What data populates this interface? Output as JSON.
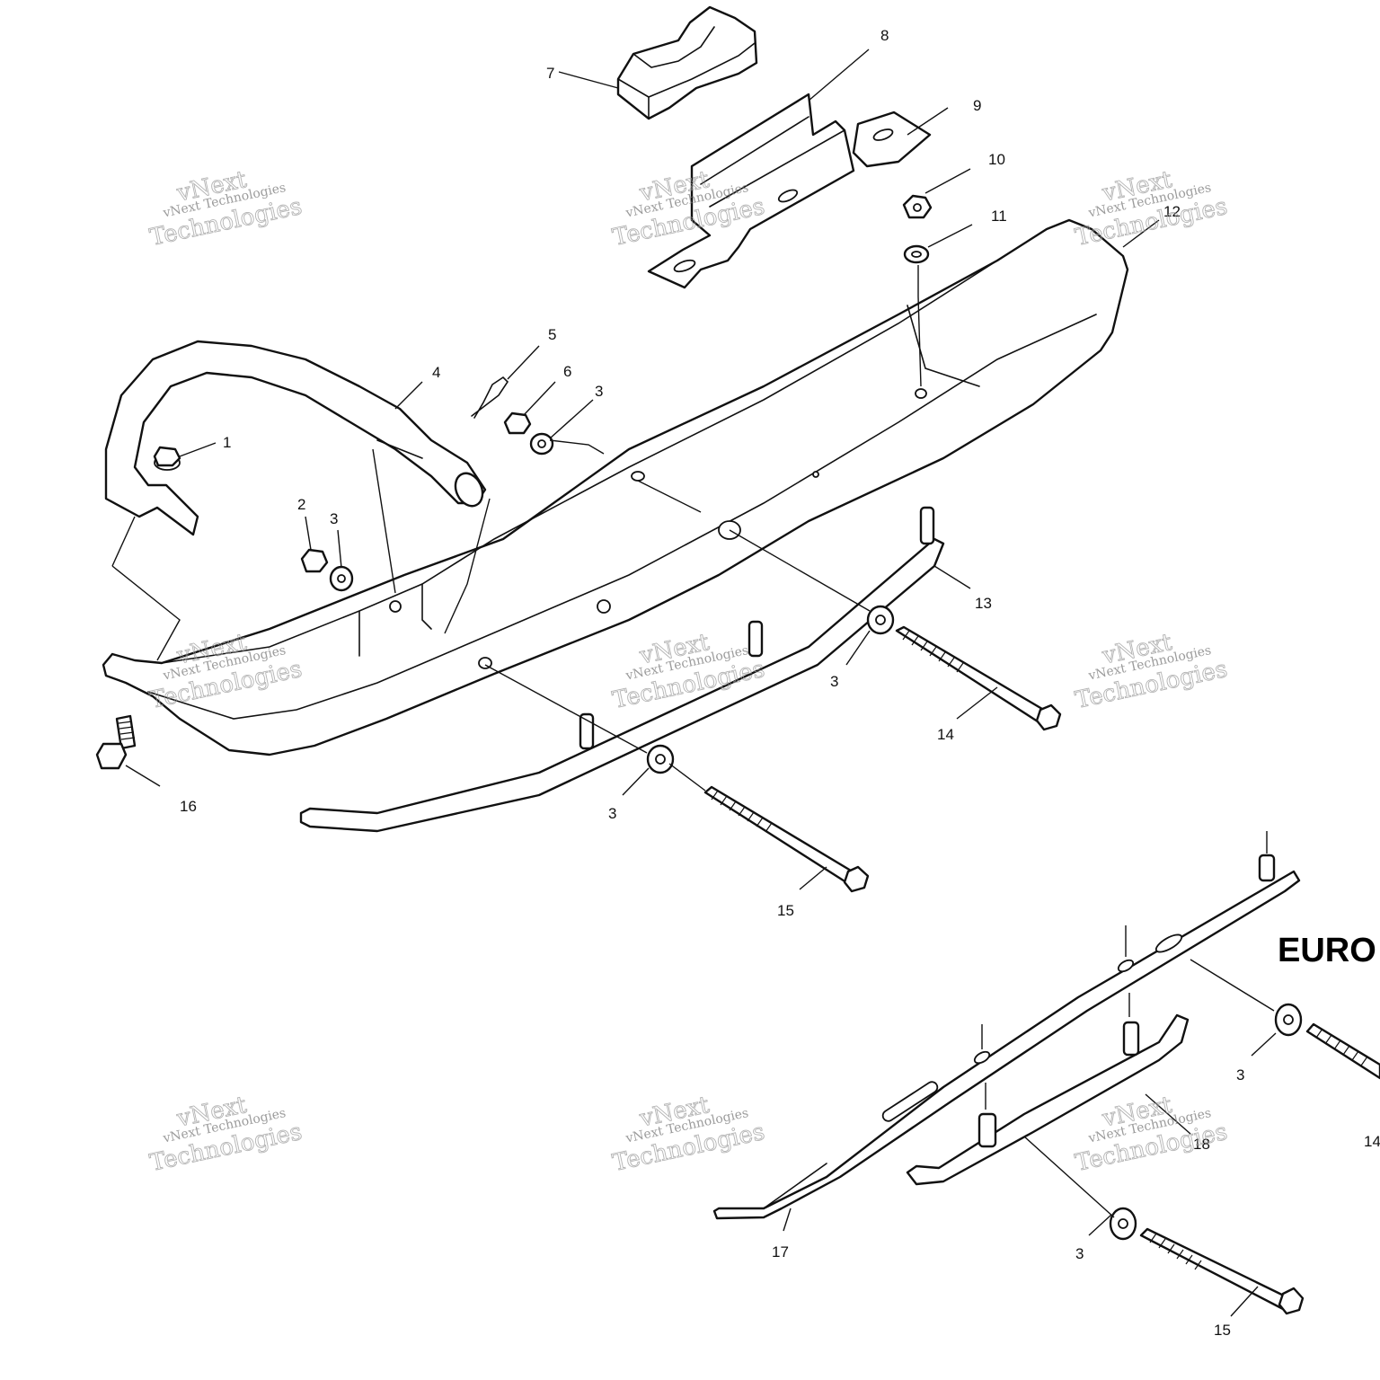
{
  "callouts": {
    "c1": "1",
    "c2": "2",
    "c3a": "3",
    "c3b": "3",
    "c3c": "3",
    "c3d": "3",
    "c3e": "3",
    "c3f": "3",
    "c4": "4",
    "c5": "5",
    "c6": "6",
    "c7": "7",
    "c8": "8",
    "c9": "9",
    "c10": "10",
    "c11": "11",
    "c12": "12",
    "c13": "13",
    "c14a": "14",
    "c14b": "14",
    "c15a": "15",
    "c15b": "15",
    "c16": "16",
    "c17": "17",
    "c18": "18"
  },
  "region_label": "EURO",
  "watermark": {
    "line1": "vNext Technologies",
    "line2": "Technologies",
    "line3": "vNext"
  },
  "colors": {
    "line": "#111111",
    "background": "#ffffff",
    "watermark": "#9a9a9a"
  }
}
